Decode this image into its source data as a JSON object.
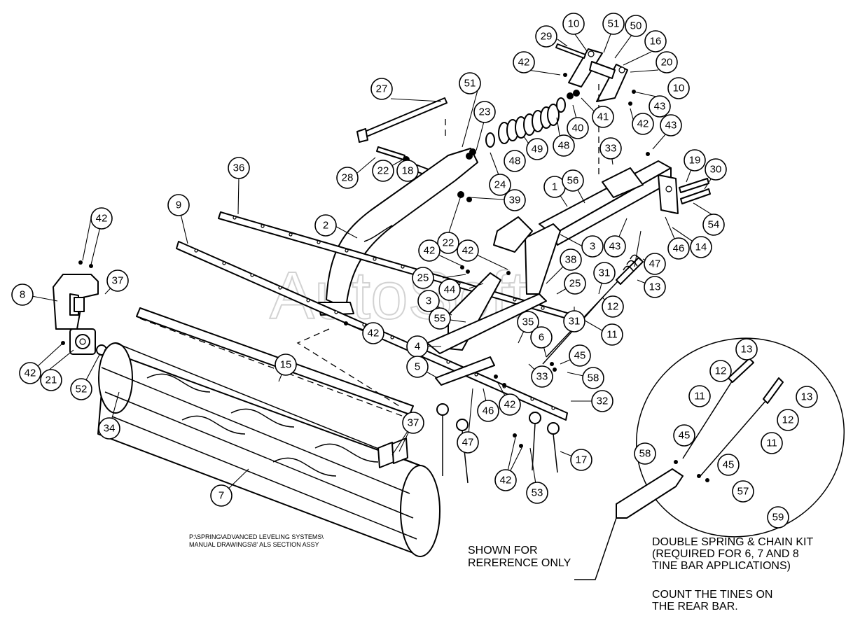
{
  "watermark": "AutoSoft",
  "notes": {
    "file_path": "P:\\SPRING\\ADVANCED LEVELING SYSTEMS\\\nMANUAL DRAWINGS\\8' ALS SECTION ASSY",
    "reference": "SHOWN FOR\nRERERENCE ONLY",
    "kit": "DOUBLE SPRING  & CHAIN KIT\n(REQUIRED FOR 6, 7 AND 8\nTINE BAR APPLICATIONS)",
    "count": "COUNT THE TINES ON\nTHE REAR BAR."
  },
  "callouts": [
    {
      "id": "10",
      "label": "10"
    },
    {
      "id": "51",
      "label": "51"
    },
    {
      "id": "50",
      "label": "50"
    },
    {
      "id": "16",
      "label": "16"
    },
    {
      "id": "29",
      "label": "29"
    },
    {
      "id": "20",
      "label": "20"
    },
    {
      "id": "42",
      "label": "42"
    },
    {
      "id": "10b",
      "label": "10"
    },
    {
      "id": "27",
      "label": "27"
    },
    {
      "id": "51b",
      "label": "51"
    },
    {
      "id": "43",
      "label": "43"
    },
    {
      "id": "42b",
      "label": "42"
    },
    {
      "id": "41",
      "label": "41"
    },
    {
      "id": "43b",
      "label": "43"
    },
    {
      "id": "23",
      "label": "23"
    },
    {
      "id": "40",
      "label": "40"
    },
    {
      "id": "49",
      "label": "49"
    },
    {
      "id": "48",
      "label": "48"
    },
    {
      "id": "48b",
      "label": "48"
    },
    {
      "id": "33",
      "label": "33"
    },
    {
      "id": "19",
      "label": "19"
    },
    {
      "id": "30",
      "label": "30"
    },
    {
      "id": "28",
      "label": "28"
    },
    {
      "id": "22",
      "label": "22"
    },
    {
      "id": "18",
      "label": "18"
    },
    {
      "id": "24",
      "label": "24"
    },
    {
      "id": "36",
      "label": "36"
    },
    {
      "id": "1",
      "label": "1"
    },
    {
      "id": "56",
      "label": "56"
    },
    {
      "id": "39",
      "label": "39"
    },
    {
      "id": "9",
      "label": "9"
    },
    {
      "id": "54",
      "label": "54"
    },
    {
      "id": "2",
      "label": "2"
    },
    {
      "id": "22b",
      "label": "22"
    },
    {
      "id": "42c",
      "label": "42"
    },
    {
      "id": "3",
      "label": "3"
    },
    {
      "id": "43c",
      "label": "43"
    },
    {
      "id": "46",
      "label": "46"
    },
    {
      "id": "14",
      "label": "14"
    },
    {
      "id": "42d",
      "label": "42"
    },
    {
      "id": "42e",
      "label": "42"
    },
    {
      "id": "38",
      "label": "38"
    },
    {
      "id": "47",
      "label": "47"
    },
    {
      "id": "8",
      "label": "8"
    },
    {
      "id": "37",
      "label": "37"
    },
    {
      "id": "25",
      "label": "25"
    },
    {
      "id": "44",
      "label": "44"
    },
    {
      "id": "31",
      "label": "31"
    },
    {
      "id": "13",
      "label": "13"
    },
    {
      "id": "25b",
      "label": "25"
    },
    {
      "id": "3b",
      "label": "3"
    },
    {
      "id": "12",
      "label": "12"
    },
    {
      "id": "55",
      "label": "55"
    },
    {
      "id": "42f",
      "label": "42"
    },
    {
      "id": "35",
      "label": "35"
    },
    {
      "id": "31b",
      "label": "31"
    },
    {
      "id": "11",
      "label": "11"
    },
    {
      "id": "42g",
      "label": "42"
    },
    {
      "id": "21",
      "label": "21"
    },
    {
      "id": "52",
      "label": "52"
    },
    {
      "id": "4",
      "label": "4"
    },
    {
      "id": "6",
      "label": "6"
    },
    {
      "id": "45",
      "label": "45"
    },
    {
      "id": "34",
      "label": "34"
    },
    {
      "id": "5",
      "label": "5"
    },
    {
      "id": "15",
      "label": "15"
    },
    {
      "id": "33b",
      "label": "33"
    },
    {
      "id": "58",
      "label": "58"
    },
    {
      "id": "42h",
      "label": "42"
    },
    {
      "id": "32",
      "label": "32"
    },
    {
      "id": "46b",
      "label": "46"
    },
    {
      "id": "37b",
      "label": "37"
    },
    {
      "id": "47b",
      "label": "47"
    },
    {
      "id": "17",
      "label": "17"
    },
    {
      "id": "42i",
      "label": "42"
    },
    {
      "id": "53",
      "label": "53"
    },
    {
      "id": "7",
      "label": "7"
    },
    {
      "id": "13b",
      "label": "13"
    },
    {
      "id": "12b",
      "label": "12"
    },
    {
      "id": "11b",
      "label": "11"
    },
    {
      "id": "13c",
      "label": "13"
    },
    {
      "id": "45b",
      "label": "45"
    },
    {
      "id": "12c",
      "label": "12"
    },
    {
      "id": "58b",
      "label": "58"
    },
    {
      "id": "11c",
      "label": "11"
    },
    {
      "id": "45c",
      "label": "45"
    },
    {
      "id": "57",
      "label": "57"
    },
    {
      "id": "59",
      "label": "59"
    }
  ]
}
